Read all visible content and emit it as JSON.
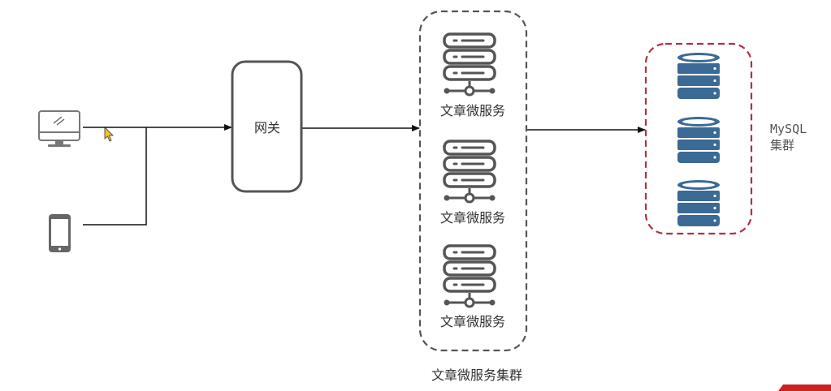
{
  "gateway": {
    "label": "网关"
  },
  "microservices": [
    {
      "label": "文章微服务"
    },
    {
      "label": "文章微服务"
    },
    {
      "label": "文章微服务"
    }
  ],
  "service_cluster": {
    "label": "文章微服务集群"
  },
  "mysql_cluster": {
    "line1": "MySQL",
    "line2": "集群"
  },
  "colors": {
    "line": "#111111",
    "server_icon": "#555555",
    "db_icon": "#3a6a95",
    "service_border": "#555555",
    "mysql_border": "#b03040",
    "gateway_border": "#555555"
  }
}
